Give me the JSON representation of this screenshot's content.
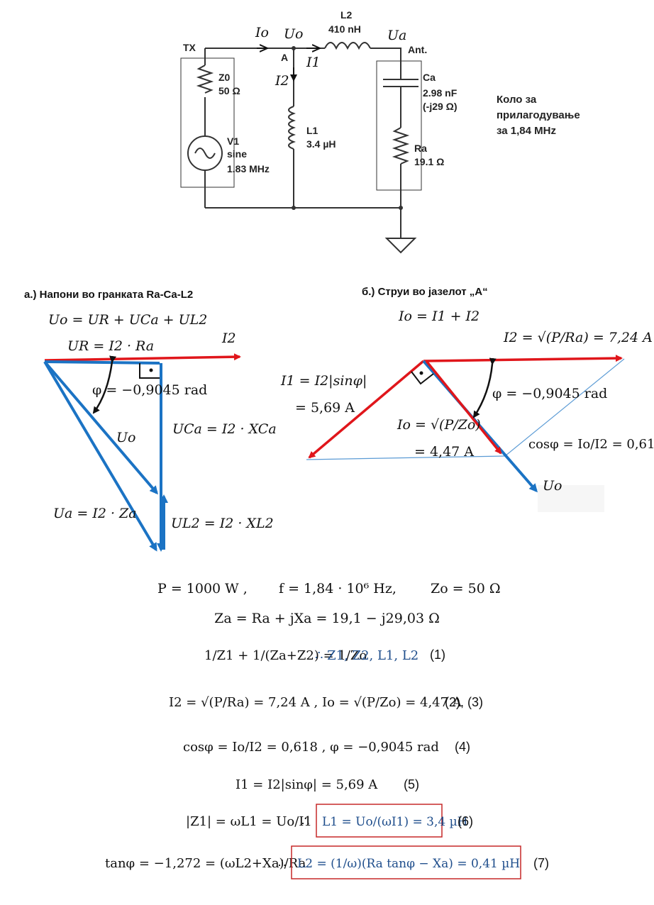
{
  "circuit": {
    "labels": {
      "tx": "TX",
      "node_a": "A",
      "ant": "Ant.",
      "z0_name": "Z0",
      "z0_value": "50 Ω",
      "v1_name": "V1",
      "v1_kind": "sine",
      "v1_freq": "1.83 MHz",
      "l2_name": "L2",
      "l2_value": "410 nH",
      "l1_name": "L1",
      "l1_value": "3.4 µH",
      "ca_name": "Ca",
      "ca_value": "2.98 nF",
      "ca_react": "(-j29 Ω)",
      "ra_name": "Ra",
      "ra_value": "19.1 Ω",
      "io": "Io",
      "uo": "Uo",
      "ua": "Ua",
      "i1": "I1",
      "i2": "I2"
    },
    "note": [
      "Коло за",
      "прилагодување",
      "за 1,84 MHz"
    ]
  },
  "section_a": {
    "heading": "а.)  Напони во гранката Ra-Ca-L2",
    "equation": "Uo = UR + UCa + UL2",
    "ur": "UR = I2 · Ra",
    "i2": "I2",
    "phi": "φ = −0,9045 rad",
    "uo": "Uo",
    "uca": "UCa = I2 · XCa",
    "ua": "Ua = I2 · Za",
    "ul2": "UL2 = I2 · XL2"
  },
  "section_b": {
    "heading": "б.)  Струи во јазелот „А“",
    "equation": "Io = I1 + I2",
    "i2_val": "I2 = √(P/Ra) = 7,24 A",
    "i1_eq": "I1 = I2|sinφ|",
    "i1_val": "= 5,69 A",
    "phi": "φ = −0,9045 rad",
    "io_eq": "Io = √(P/Zo)",
    "io_val": "= 4,47 A",
    "cos": "cosφ = Io/I2 = 0,618",
    "uo": "Uo"
  },
  "equations": {
    "params": [
      "P = 1000 W ,",
      "f = 1,84 · 10⁶ Hz,",
      "Zo = 50 Ω"
    ],
    "za": "Za = Ra + jXa = 19,1 − j29,03 Ω",
    "eq1": "1/Z1 + 1/(Za+Z2) = 1/Zo",
    "eq1_tail": "∴ Z1, Z2, L1, L2",
    "eq1_num": "(1)",
    "eq23": "I2 = √(P/Ra) = 7,24 A ,  Io = √(P/Zo) = 4,47 A",
    "eq23_num": "(2), (3)",
    "eq4": "cosφ = Io/I2 = 0,618 ,  φ = −0,9045 rad",
    "eq4_num": "(4)",
    "eq5": "I1 = I2|sinφ| = 5,69 A",
    "eq5_num": "(5)",
    "eq6_left": "|Z1| = ωL1 = Uo/I1",
    "eq6_box": "L1 = Uo/(ωI1) = 3,4 µH",
    "eq6_num": "(6)",
    "eq7_left": "tanφ = −1,272 = (ωL2+Xa)/Ra",
    "eq7_box": "L2 = (1/ω)(Ra tanφ − Xa) = 0,41 µH",
    "eq7_num": "(7)"
  },
  "colors": {
    "red": "#e0161b",
    "blue": "#1b73c4",
    "thin_blue": "#5b9bd5",
    "box": "#c62828"
  }
}
